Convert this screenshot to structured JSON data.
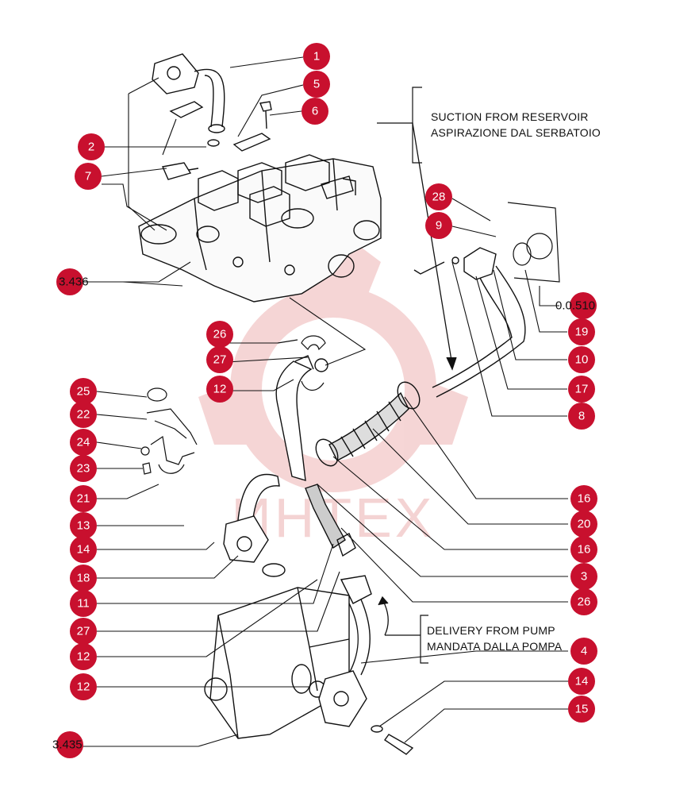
{
  "watermark": {
    "text": "ИНТЕХ",
    "color": "#e58a8a"
  },
  "notes": {
    "suction": [
      "SUCTION FROM RESERVOIR",
      "ASPIRAZIONE DAL SERBATOIO"
    ],
    "delivery": [
      "DELIVERY FROM PUMP",
      "MANDATA DALLA POMPA"
    ]
  },
  "callout_color": "#c8102e",
  "callouts": {
    "c1": "1",
    "c5": "5",
    "c6": "6",
    "c2": "2",
    "c7": "7",
    "c28": "28",
    "c9": "9",
    "c19": "19",
    "c10": "10",
    "c17": "17",
    "c8": "8",
    "c26a": "26",
    "c27a": "27",
    "c12a": "12",
    "c25": "25",
    "c22": "22",
    "c24": "24",
    "c23": "23",
    "c21": "21",
    "c16a": "16",
    "c20": "20",
    "c16b": "16",
    "c3": "3",
    "c26b": "26",
    "c13": "13",
    "c14a": "14",
    "c18": "18",
    "c11": "11",
    "c27b": "27",
    "c12b": "12",
    "c12c": "12",
    "c4": "4",
    "c14b": "14",
    "c15": "15"
  },
  "refs": {
    "r436": "3.436",
    "r510": "0.0.510",
    "r435": "3.435"
  }
}
